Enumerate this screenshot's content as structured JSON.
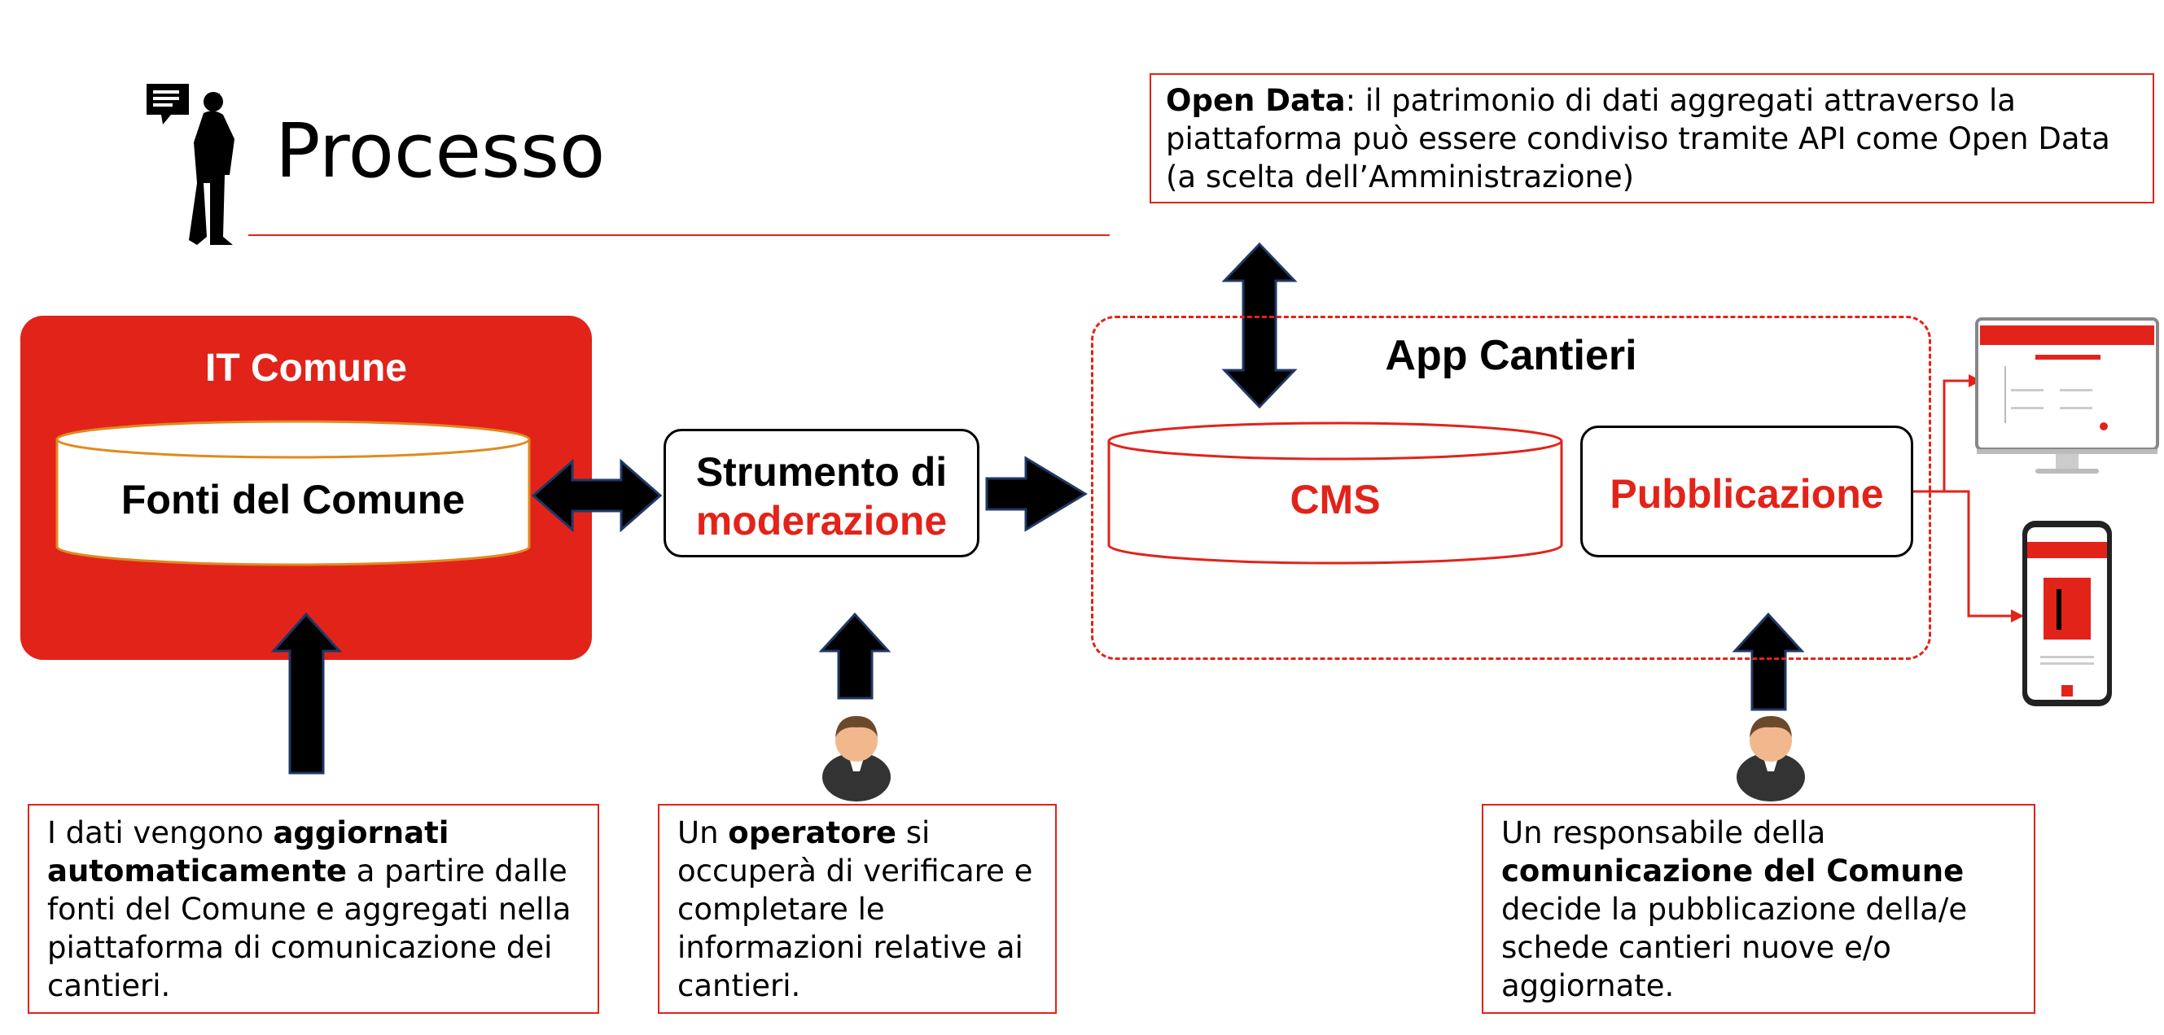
{
  "title": "Processo",
  "colors": {
    "accent": "#e2231a",
    "arrow_fill": "#000000",
    "arrow_outline": "#1f3864",
    "cylinder_outline_left": "#e08a1e"
  },
  "it_comune": {
    "title": "IT Comune",
    "source_label": "Fonti del Comune"
  },
  "moderation": {
    "line1": "Strumento di",
    "line2": "moderazione"
  },
  "app": {
    "title": "App Cantieri",
    "cms_label": "CMS",
    "publish_label": "Pubblicazione"
  },
  "open_data": {
    "bold": "Open Data",
    "text": ": il patrimonio di dati aggregati attraverso la piattaforma può essere condiviso tramite API come Open Data (a scelta dell’Amministrazione)"
  },
  "notes": {
    "left": {
      "p1": "I dati vengono ",
      "b1": "aggiornati automaticamente",
      "p2": " a partire dalle fonti del Comune e aggregati nella piattaforma di comunicazione dei cantieri."
    },
    "middle": {
      "p1": "Un ",
      "b1": "operatore",
      "p2": " si occuperà di verificare e completare le informazioni relative ai cantieri."
    },
    "right": {
      "p1": "Un responsabile della ",
      "b1": "comunicazione del Comune",
      "p2": " decide la pubblicazione della/e schede cantieri nuove e/o aggiornate."
    }
  },
  "icons": [
    "speaker-silhouette-icon",
    "user-avatar-icon",
    "desktop-monitor-icon",
    "smartphone-icon"
  ]
}
